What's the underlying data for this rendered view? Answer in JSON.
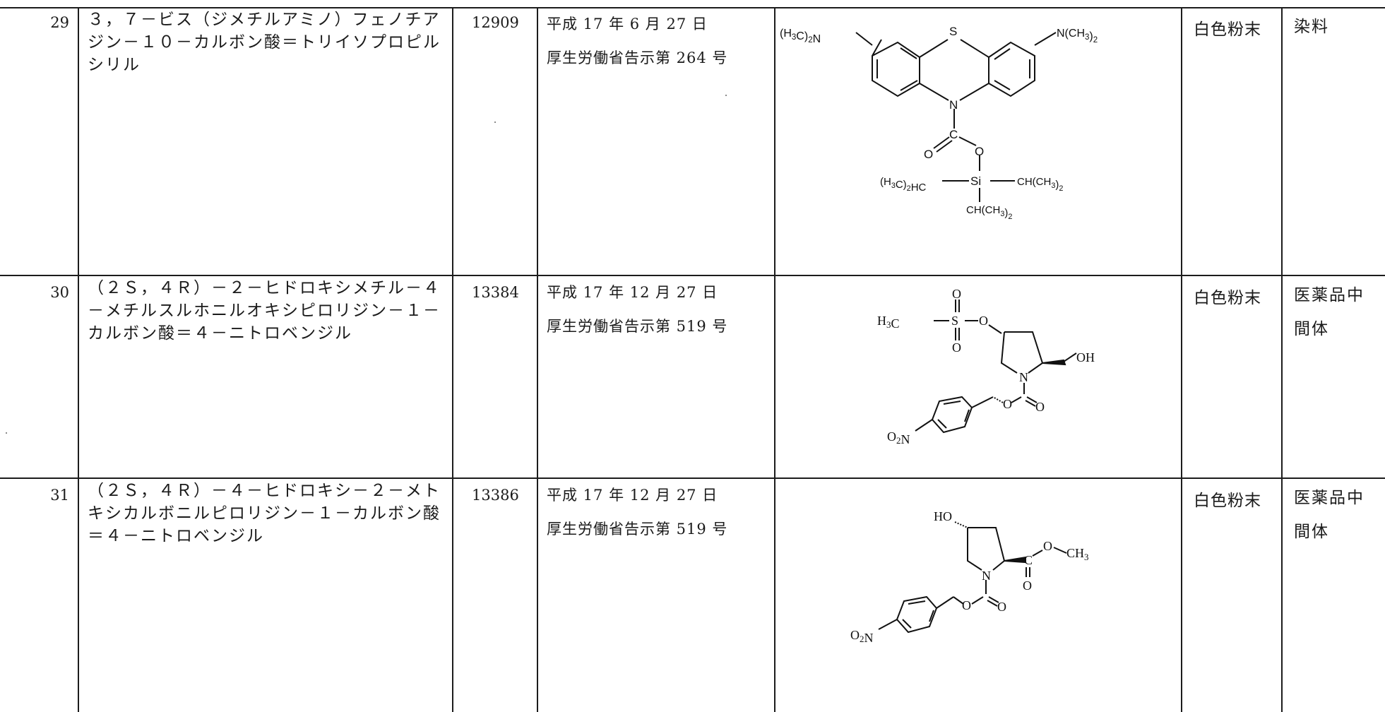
{
  "rows": [
    {
      "no": "29",
      "name": "３，７－ビス（ジメチルアミノ）フェノチアジン－１０－カルボン酸＝トリイソプロピルシリル",
      "reg_no": "12909",
      "date": "平成 17 年 6 月 27 日",
      "notice": "厚生労働省告示第 264 号",
      "appearance": "白色粉末",
      "use": "染料",
      "structure": {
        "n_left": "(H3C)2N",
        "n_right": "N(CH3)2",
        "s": "S",
        "n_ring": "N",
        "c": "C",
        "o_double": "O",
        "o_single": "O",
        "si": "Si",
        "si_left": "(H3C)2HC",
        "si_right": "CH(CH3)2",
        "si_bottom": "CH(CH3)2"
      }
    },
    {
      "no": "30",
      "name": "（２Ｓ，４Ｒ）－２－ヒドロキシメチル－４－メチルスルホニルオキシピロリジン－１－カルボン酸＝４－ニトロベンジル",
      "reg_no": "13384",
      "date": "平成 17 年 12 月 27 日",
      "notice": "厚生労働省告示第 519 号",
      "appearance": "白色粉末",
      "use": "医薬品中間体",
      "structure": {
        "ch3": "H3C",
        "s": "S",
        "o_top": "O",
        "o_bottom": "O",
        "o_link": "O",
        "n_ring": "N",
        "oh": "OH",
        "o_carbonyl": "O",
        "o_ester": "O",
        "no2": "O2N"
      }
    },
    {
      "no": "31",
      "name": "（２Ｓ，４Ｒ）－４－ヒドロキシ－２－メトキシカルボニルピロリジン－１－カルボン酸＝４－ニトロベンジル",
      "reg_no": "13386",
      "date": "平成 17 年 12 月 27 日",
      "notice": "厚生労働省告示第 519 号",
      "appearance": "白色粉末",
      "use": "医薬品中間体",
      "structure": {
        "ho": "HO",
        "n_ring": "N",
        "c": "C",
        "o_ester": "O",
        "ch3": "CH3",
        "o_double": "O",
        "o_carbonyl": "O",
        "o_link": "O",
        "no2": "O2N"
      }
    }
  ]
}
